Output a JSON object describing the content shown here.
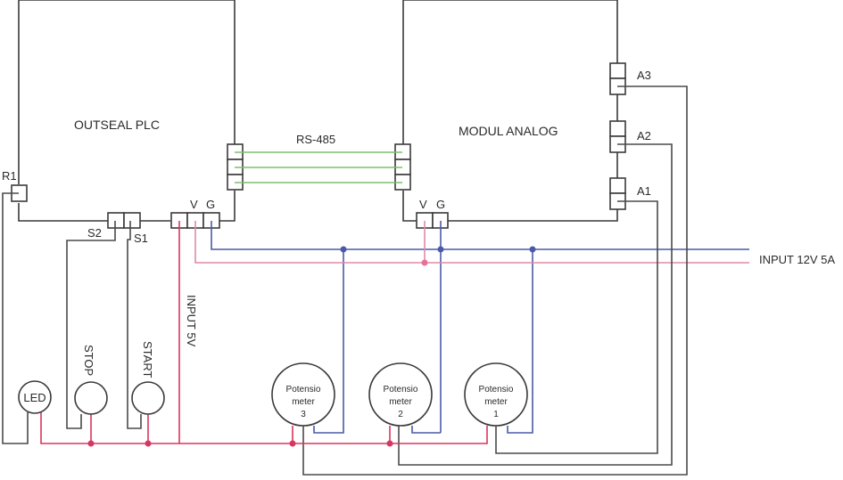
{
  "title": "Outseal PLC wiring diagram",
  "components": {
    "plc": {
      "label": "OUTSEAL PLC"
    },
    "analog_module": {
      "label": "MODUL ANALOG"
    },
    "rs485": {
      "label": "RS-485"
    },
    "plc_terminals": {
      "r1": "R1",
      "s2": "S2",
      "s1": "S1",
      "v": "V",
      "g": "G"
    },
    "module_terminals": {
      "v": "V",
      "g": "G",
      "a1": "A1",
      "a2": "A2",
      "a3": "A3"
    },
    "led": {
      "label": "LED"
    },
    "stop_button": {
      "label": "STOP"
    },
    "start_button": {
      "label": "START"
    },
    "input_5v": {
      "label": "INPUT 5V"
    },
    "input_12v": {
      "label": "INPUT 12V 5A"
    },
    "potentiometers": [
      {
        "line1": "Potensio",
        "line2": "meter",
        "line3": "3"
      },
      {
        "line1": "Potensio",
        "line2": "meter",
        "line3": "2"
      },
      {
        "line1": "Potensio",
        "line2": "meter",
        "line3": "1"
      }
    ]
  },
  "colors": {
    "signal_wire": "#4a4a4a",
    "rs485_wire": "#7cc06a",
    "ground_wire": "#4b5aa8",
    "power_12v_wire": "#e08aa6",
    "power_5v_wire": "#d8365e"
  }
}
